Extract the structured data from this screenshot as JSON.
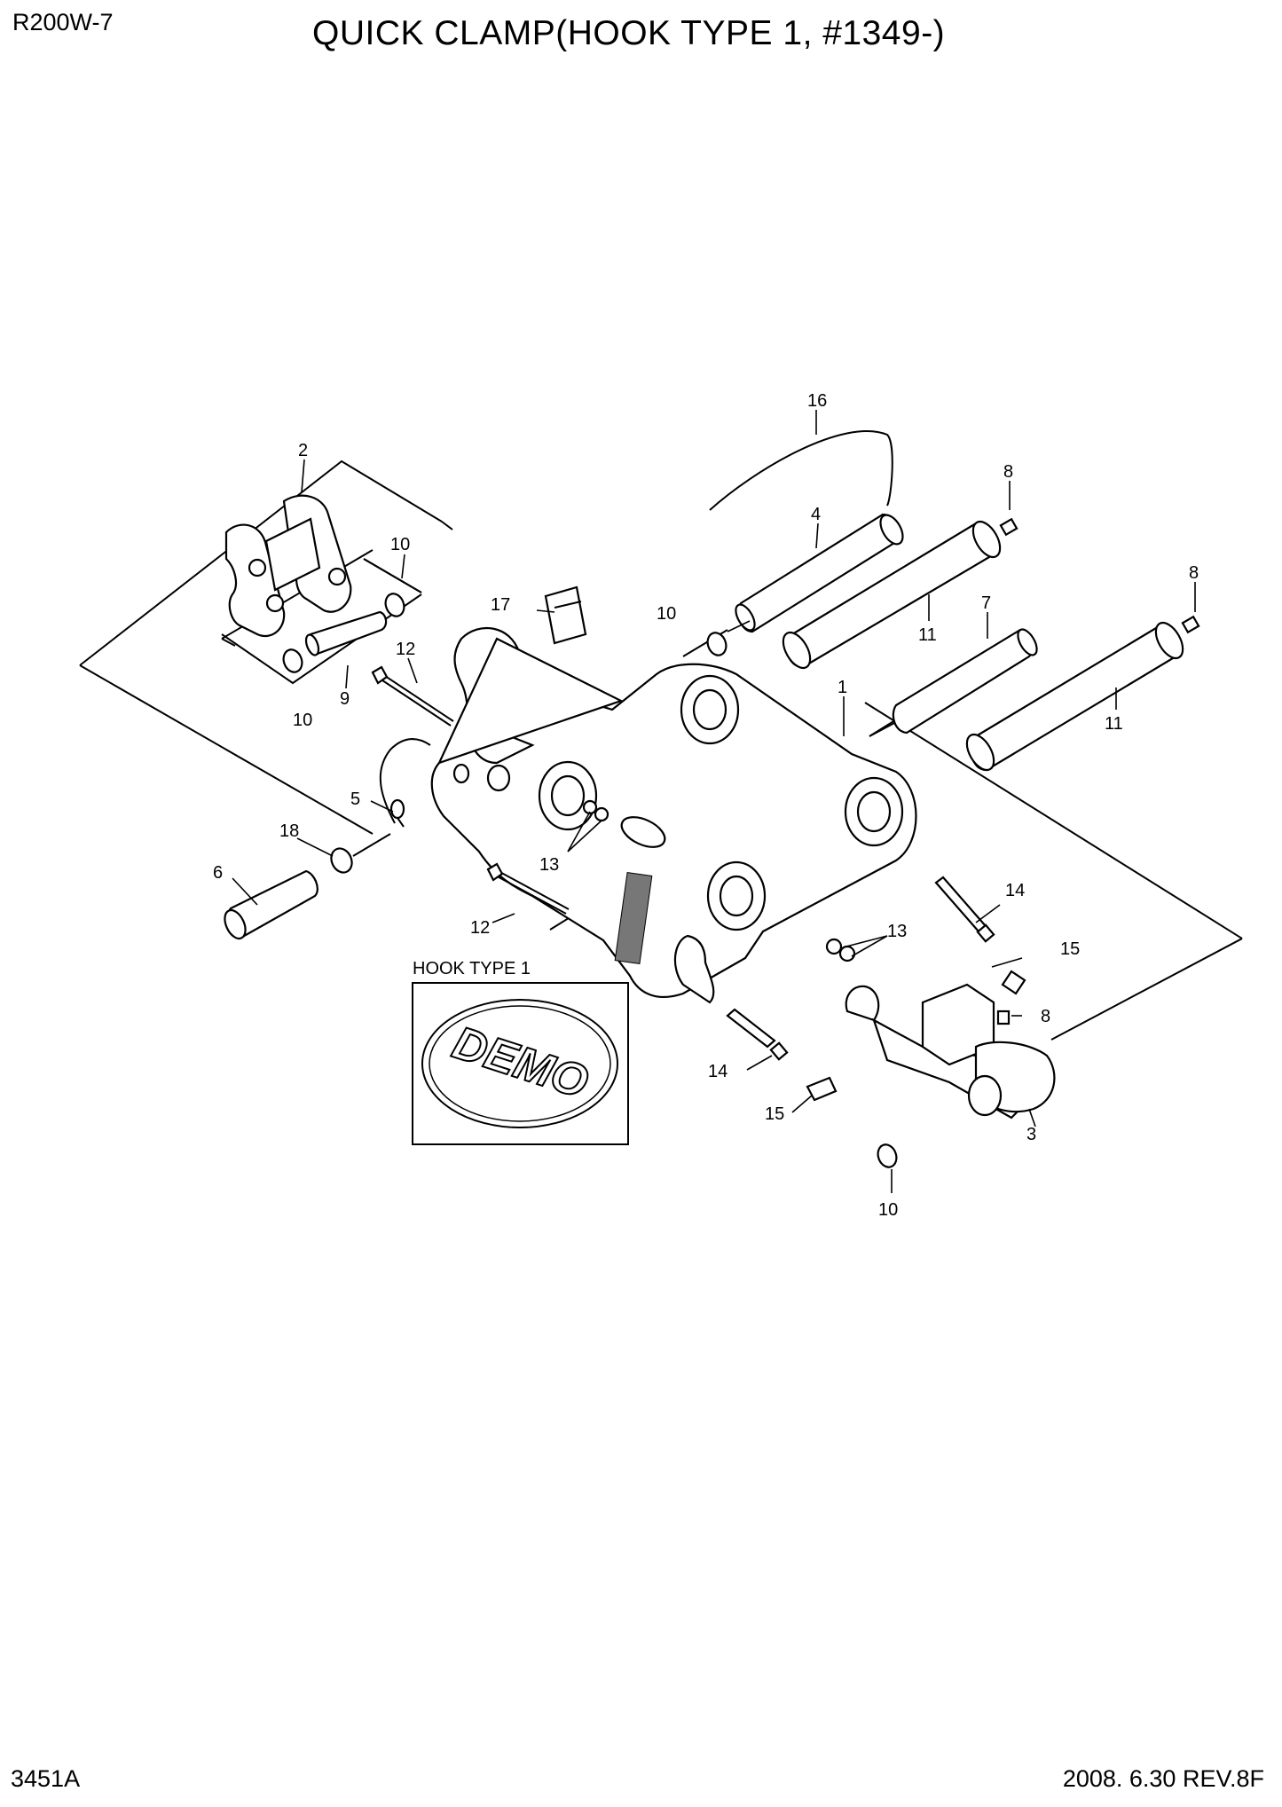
{
  "header": {
    "model": "R200W-7",
    "title": "QUICK CLAMP(HOOK TYPE 1, #1349-)"
  },
  "footer": {
    "code": "3451A",
    "date_rev": "2008. 6.30  REV.8F"
  },
  "detail_box": {
    "label": "HOOK TYPE 1",
    "logo_text": "DEMO"
  },
  "callouts": {
    "c1": "1",
    "c2": "2",
    "c3": "3",
    "c4": "4",
    "c5": "5",
    "c6": "6",
    "c7": "7",
    "c8a": "8",
    "c8b": "8",
    "c8c": "8",
    "c9": "9",
    "c10a": "10",
    "c10b": "10",
    "c10c": "10",
    "c10d": "10",
    "c11a": "11",
    "c11b": "11",
    "c12a": "12",
    "c12b": "12",
    "c13a": "13",
    "c13b": "13",
    "c14a": "14",
    "c14b": "14",
    "c15a": "15",
    "c15b": "15",
    "c16": "16",
    "c17": "17",
    "c18": "18"
  }
}
